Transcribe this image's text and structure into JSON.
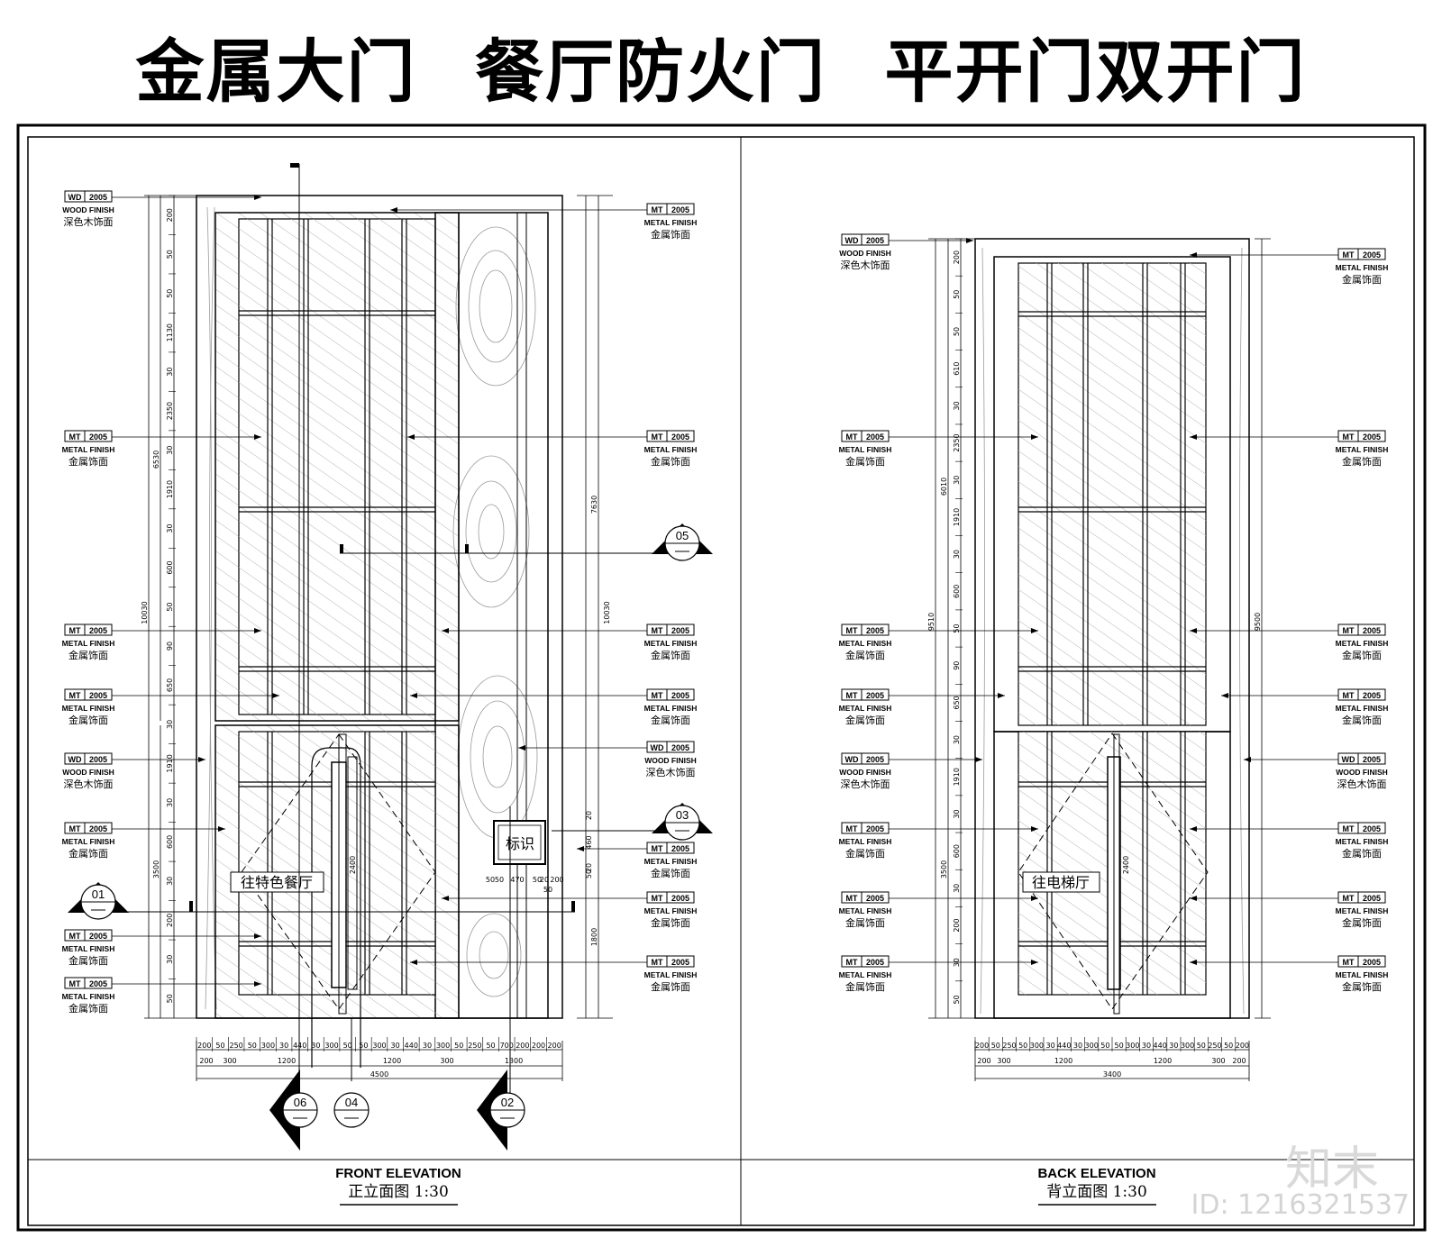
{
  "title_parts": [
    "金属大门",
    "餐厅防火门",
    "平开门双开门"
  ],
  "colors": {
    "line": "#000000",
    "wood_grain": "#9a9a9a",
    "hatch": "#b5b5b5",
    "watermark": "#d8d8d8"
  },
  "tags": {
    "wood": {
      "code": "WD",
      "num": "2005",
      "eng": "WOOD FINISH",
      "cn": "深色木饰面"
    },
    "metal": {
      "code": "MT",
      "num": "2005",
      "eng": "METAL FINISH",
      "cn": "金属饰面"
    }
  },
  "front": {
    "title_en": "FRONT ELEVATION",
    "title_cn": "正立面图 1:30",
    "sign_text": "往特色餐厅",
    "mark_text": "标识",
    "overall_width": "4500",
    "overall_height": "10030",
    "upper_height": "6530",
    "lower_height": "3500",
    "right_height": "7630",
    "right_lower": "1800",
    "bottom_dims_1": [
      "200",
      "50",
      "250",
      "50",
      "300",
      "30",
      "440",
      "30",
      "300",
      "50",
      "50",
      "300",
      "30",
      "440",
      "30",
      "300",
      "50",
      "250",
      "50",
      "700",
      "200",
      "200",
      "200"
    ],
    "bottom_dims_2": [
      "200",
      "300",
      "1200",
      "1200",
      "300",
      "1300"
    ],
    "left_dims": [
      "200",
      "50",
      "50",
      "1130",
      "30",
      "2350",
      "30",
      "1910",
      "30",
      "600",
      "50",
      "90",
      "650",
      "30",
      "1910",
      "30",
      "600",
      "30",
      "200",
      "30",
      "50"
    ],
    "handle_dim": "2400",
    "sign_dims": [
      "50",
      "50",
      "470",
      "50",
      "20",
      "200",
      "50"
    ],
    "sign_vert": [
      "20",
      "460",
      "20",
      "50"
    ],
    "callouts": [
      "05",
      "03",
      "01",
      "06",
      "04",
      "02"
    ]
  },
  "back": {
    "title_en": "BACK ELEVATION",
    "title_cn": "背立面图 1:30",
    "sign_text": "往电梯厅",
    "overall_width": "3400",
    "overall_height": "9510",
    "upper_height": "6010",
    "lower_height": "3500",
    "right_height": "9500",
    "bottom_dims_1": [
      "200",
      "50",
      "250",
      "50",
      "300",
      "30",
      "440",
      "30",
      "300",
      "50",
      "50",
      "300",
      "30",
      "440",
      "30",
      "300",
      "50",
      "250",
      "50",
      "200"
    ],
    "bottom_dims_2": [
      "200",
      "300",
      "1200",
      "1200",
      "300",
      "200"
    ],
    "left_dims": [
      "200",
      "50",
      "50",
      "610",
      "30",
      "2350",
      "30",
      "1910",
      "30",
      "600",
      "50",
      "90",
      "650",
      "30",
      "1910",
      "30",
      "600",
      "30",
      "200",
      "30",
      "50"
    ],
    "handle_dim": "2400"
  },
  "watermark_logo": "知末",
  "drawing_id": "ID: 1216321537"
}
